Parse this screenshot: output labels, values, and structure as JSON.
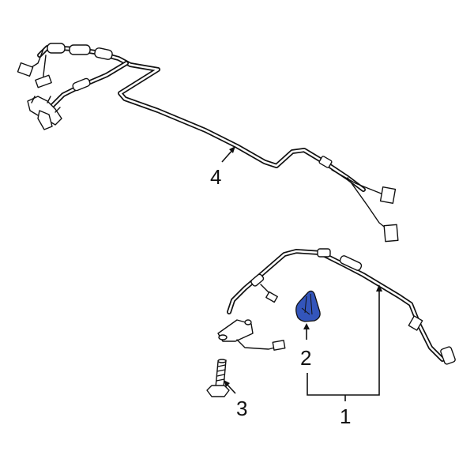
{
  "diagram": {
    "type": "exploded parts diagram",
    "highlight_color": "#3355bb",
    "callouts": [
      {
        "number": "1",
        "part": "sensor wire harness (lower)"
      },
      {
        "number": "2",
        "part": "clip (highlighted)"
      },
      {
        "number": "3",
        "part": "bolt"
      },
      {
        "number": "4",
        "part": "wire harness (upper)"
      }
    ]
  }
}
